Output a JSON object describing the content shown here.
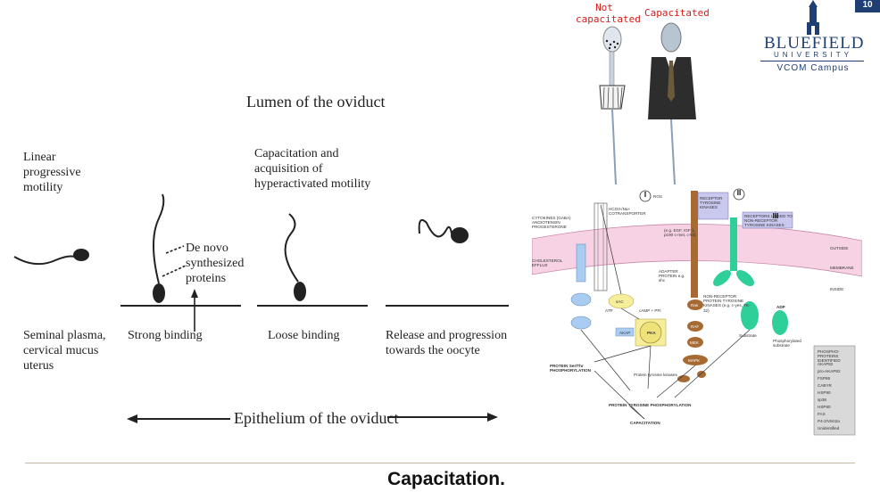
{
  "slide": {
    "page_number": "10",
    "title": "Capacitation.",
    "logo": {
      "name": "BLUEFIELD",
      "sub": "UNIVERSITY",
      "campus": "VCOM Campus"
    }
  },
  "oviduct": {
    "lumen_label": "Lumen of the oviduct",
    "epithelium_label": "Epithelium of the oviduct",
    "stage1_top": "Linear progressive motility",
    "stage1_bottom": "Seminal plasma, cervical mucus uterus",
    "stage2_bottom": "Strong binding",
    "stage2_note": "De novo synthesized proteins",
    "stage3_top": "Capacitation and acquisition of hyperactivated motility",
    "stage3_bottom": "Loose binding",
    "stage4_bottom": "Release and progression towards the oocyte"
  },
  "cartoon": {
    "left_label": "Not capacitated",
    "right_label": "Capacitated"
  },
  "pathway": {
    "roman": [
      "I",
      "II",
      "III"
    ],
    "ros": "ROS",
    "cotransporter": "HCO3-/Na+ COTRANSPORTER",
    "cytokines": "CYTOKINES (GABA) ANGIOTENSIN PROGESTERONE",
    "cholesterol": "CHOLESTEROL EFFLUX",
    "rtk": "RECEPTOR TYROSINE KINASES",
    "linked": "RECEPTORS LINKED TO NON-RECEPTOR TYROSINE KINASES",
    "egf": "(e.g. EGF, IGF-1, p190 c-met, c-kit)",
    "adapter": "ADAPTER PROTEIN e.g. shc",
    "nonreceptor": "NON-RECEPTOR PROTEIN TYROSINE KINASES (e.g. c-yes, TK-32)",
    "outside": "OUTSIDE",
    "membrane": "MEMBRANE",
    "inside": "INSIDE",
    "sac": "sAC",
    "camp": "cAMP + PPi",
    "atp": "ATP",
    "akap": "AKAP",
    "pka": "PKA",
    "ras": "Ras",
    "raf": "RAF",
    "mek": "MEK",
    "mapk": "MAPK",
    "substrate": "Substrate",
    "adp": "ADP",
    "phospho_substrate": "Phosphorylated substrate",
    "ptk": "Protein tyrosine kinases",
    "ser_thr": "PROTEIN Ser/Thr PHOSPHORYLATION",
    "tyr": "PROTEIN TYROSINE PHOSPHORYLATION",
    "capacitation": "CAPACITATION",
    "identified_title": "PHOSPHO-PROTEINS IDENTIFIED",
    "identified": [
      "AKAP82",
      "pro-AKAP82",
      "FSP95",
      "CABYR",
      "HSP90",
      "sp38",
      "HSP60",
      "FAS",
      "P4-2/VIKI2a",
      "Unidentified"
    ]
  },
  "colors": {
    "accent": "#1f3f74",
    "pink": "#f6d2e4",
    "teal": "#2fcf9a",
    "brown": "#a66a32",
    "blue": "#a9cdf2",
    "yellow": "#f7ee9c",
    "red_label": "#d0201c"
  }
}
